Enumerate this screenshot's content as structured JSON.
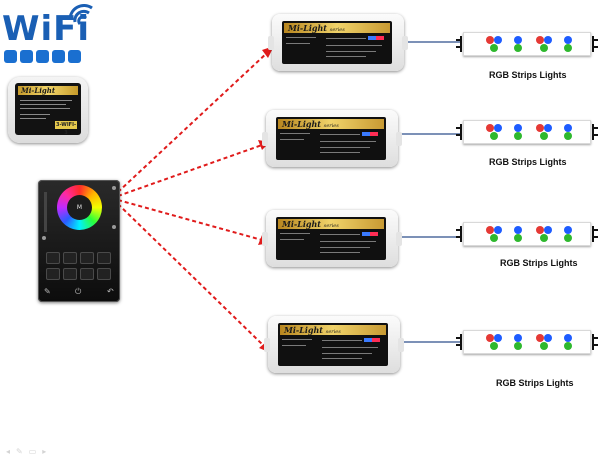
{
  "logo": {
    "text": "WiFi",
    "badges": [
      "",
      "",
      "",
      "",
      ""
    ]
  },
  "bridge": {
    "brand": "Mi-Light",
    "tag": "3-WIFI-3"
  },
  "remote": {
    "center_label": "M"
  },
  "controllers": [
    {
      "brand": "Mi-Light",
      "sub": "series"
    },
    {
      "brand": "Mi-Light",
      "sub": "series"
    },
    {
      "brand": "Mi-Light",
      "sub": "series"
    },
    {
      "brand": "Mi-Light",
      "sub": "series"
    }
  ],
  "strips": [
    {
      "label": "RGB Strips Lights"
    },
    {
      "label": "RGB Strips Lights"
    },
    {
      "label": "RGB Strips Lights"
    },
    {
      "label": "RGB Strips Lights"
    }
  ],
  "colors": {
    "arrow": "#e01b1b",
    "wire": "#2d4f8c",
    "wifi_blue": "#1a5fb4",
    "led_red": "#e53935",
    "led_blue": "#1e5cff",
    "led_green": "#2eb82e"
  }
}
